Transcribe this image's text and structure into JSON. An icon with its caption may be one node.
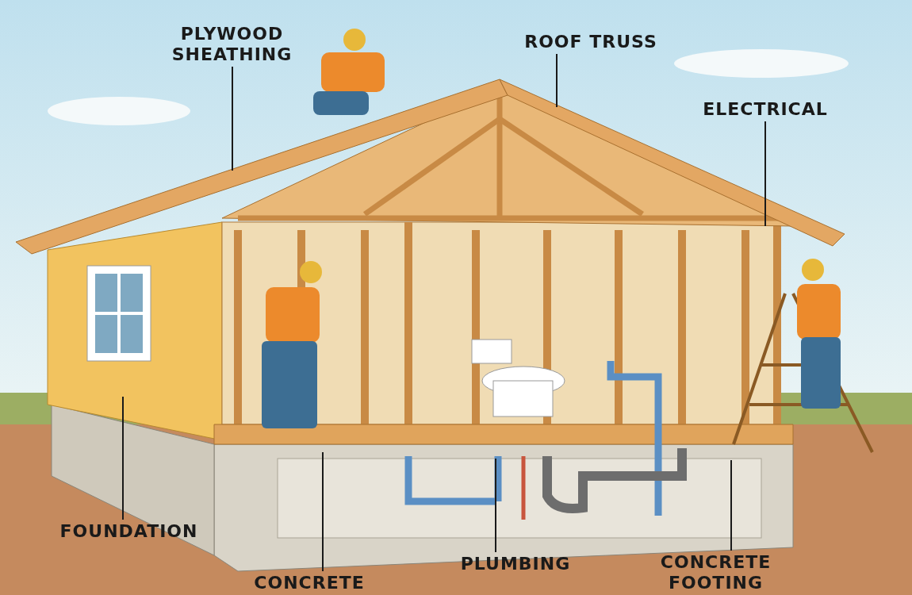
{
  "diagram": {
    "nodes": [
      {
        "text": [
          "PLYWOOD SHEATHING"
        ]
      },
      {
        "text": [
          "ROOF TRUSS"
        ]
      },
      {
        "text": [
          "ELECTRICAL"
        ]
      },
      {
        "text": [
          "FOUNDATION"
        ]
      },
      {
        "text": [
          "CONCRETE"
        ]
      },
      {
        "text": [
          "PLUMBING"
        ]
      },
      {
        "text": [
          "CONCRETE FOOTING"
        ]
      }
    ],
    "edges": [
      {
        "from": 0,
        "to": null,
        "arrow": "none"
      },
      {
        "from": 1,
        "to": null,
        "arrow": "none"
      },
      {
        "from": 2,
        "to": null,
        "arrow": "none"
      },
      {
        "from": 3,
        "to": null,
        "arrow": "none"
      },
      {
        "from": 4,
        "to": null,
        "arrow": "none"
      },
      {
        "from": 5,
        "to": null,
        "arrow": "none"
      },
      {
        "from": 6,
        "to": null,
        "arrow": "none"
      }
    ]
  }
}
